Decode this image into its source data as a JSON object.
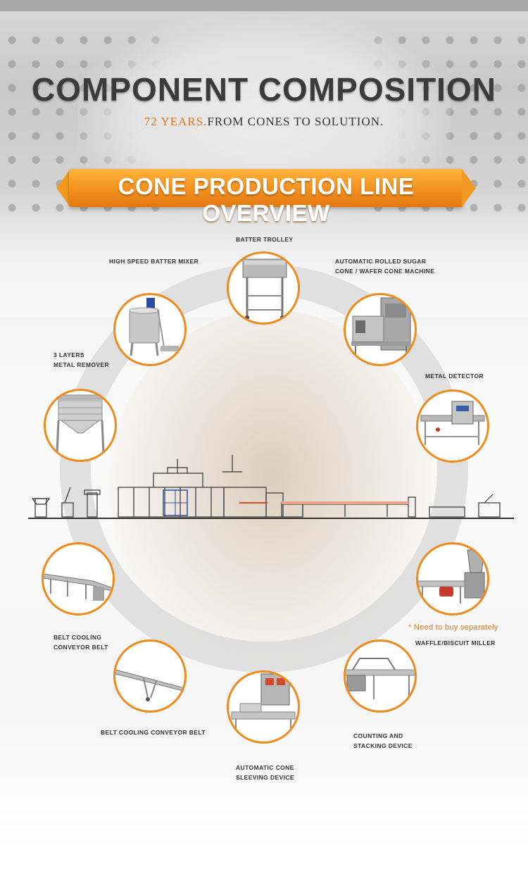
{
  "header": {
    "title": "COMPONENT COMPOSITION",
    "subtitle_accent": "72 YEARS.",
    "subtitle_rest": "FROM CONES TO SOLUTION."
  },
  "banner": {
    "text": "CONE PRODUCTION LINE OVERVIEW"
  },
  "components": {
    "batter_trolley": "BATTER TROLLEY",
    "batter_mixer": "HIGH SPEED BATTER MIXER",
    "cone_machine_line1": "AUTOMATIC ROLLED SUGAR",
    "cone_machine_line2": "CONE / WAFER CONE MACHINE",
    "metal_remover_line1": "3 LAYERS",
    "metal_remover_line2": "METAL REMOVER",
    "metal_detector": "METAL DETECTOR",
    "belt_cooling_1_line1": "BELT COOLING",
    "belt_cooling_1_line2": "CONVEYOR BELT",
    "miller_note": "* Need to buy separately",
    "miller": "WAFFLE/BISCUIT MILLER",
    "belt_cooling_2": "BELT COOLING CONVEYOR BELT",
    "counting_line1": "COUNTING AND",
    "counting_line2": "STACKING DEVICE",
    "sleeving_line1": "AUTOMATIC CONE",
    "sleeving_line2": "SLEEVING DEVICE"
  },
  "colors": {
    "accent": "#f08a1c",
    "title": "#3b3b3b"
  }
}
